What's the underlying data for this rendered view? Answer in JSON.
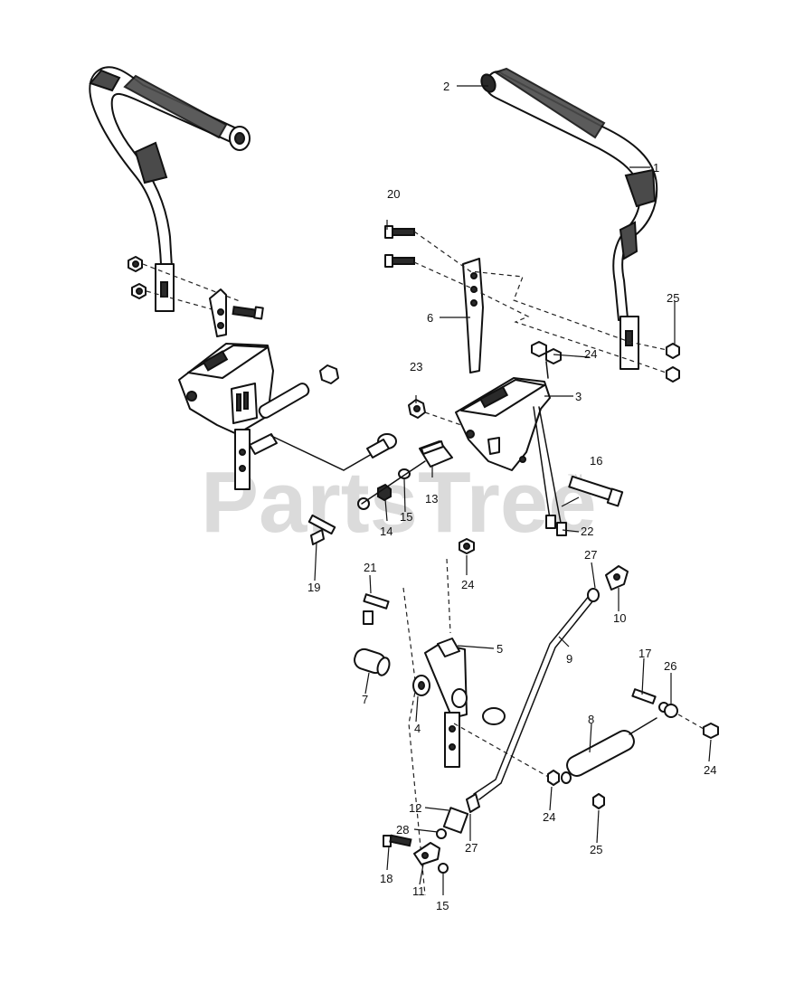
{
  "watermark": {
    "text": "PartsTree",
    "trademark": "TM"
  },
  "callouts": [
    {
      "id": "c1",
      "label": "1"
    },
    {
      "id": "c2",
      "label": "2"
    },
    {
      "id": "c3",
      "label": "3"
    },
    {
      "id": "c4",
      "label": "4"
    },
    {
      "id": "c5",
      "label": "5"
    },
    {
      "id": "c6",
      "label": "6"
    },
    {
      "id": "c7",
      "label": "7"
    },
    {
      "id": "c8",
      "label": "8"
    },
    {
      "id": "c9",
      "label": "9"
    },
    {
      "id": "c10",
      "label": "10"
    },
    {
      "id": "c11",
      "label": "11"
    },
    {
      "id": "c12",
      "label": "12"
    },
    {
      "id": "c13",
      "label": "13"
    },
    {
      "id": "c14",
      "label": "14"
    },
    {
      "id": "c15a",
      "label": "15"
    },
    {
      "id": "c15b",
      "label": "15"
    },
    {
      "id": "c16",
      "label": "16"
    },
    {
      "id": "c17",
      "label": "17"
    },
    {
      "id": "c18",
      "label": "18"
    },
    {
      "id": "c19",
      "label": "19"
    },
    {
      "id": "c20",
      "label": "20"
    },
    {
      "id": "c21",
      "label": "21"
    },
    {
      "id": "c22",
      "label": "22"
    },
    {
      "id": "c23",
      "label": "23"
    },
    {
      "id": "c24a",
      "label": "24"
    },
    {
      "id": "c24b",
      "label": "24"
    },
    {
      "id": "c24c",
      "label": "24"
    },
    {
      "id": "c24d",
      "label": "24"
    },
    {
      "id": "c25a",
      "label": "25"
    },
    {
      "id": "c25b",
      "label": "25"
    },
    {
      "id": "c26",
      "label": "26"
    },
    {
      "id": "c27a",
      "label": "27"
    },
    {
      "id": "c27b",
      "label": "27"
    },
    {
      "id": "c28",
      "label": "28"
    }
  ]
}
